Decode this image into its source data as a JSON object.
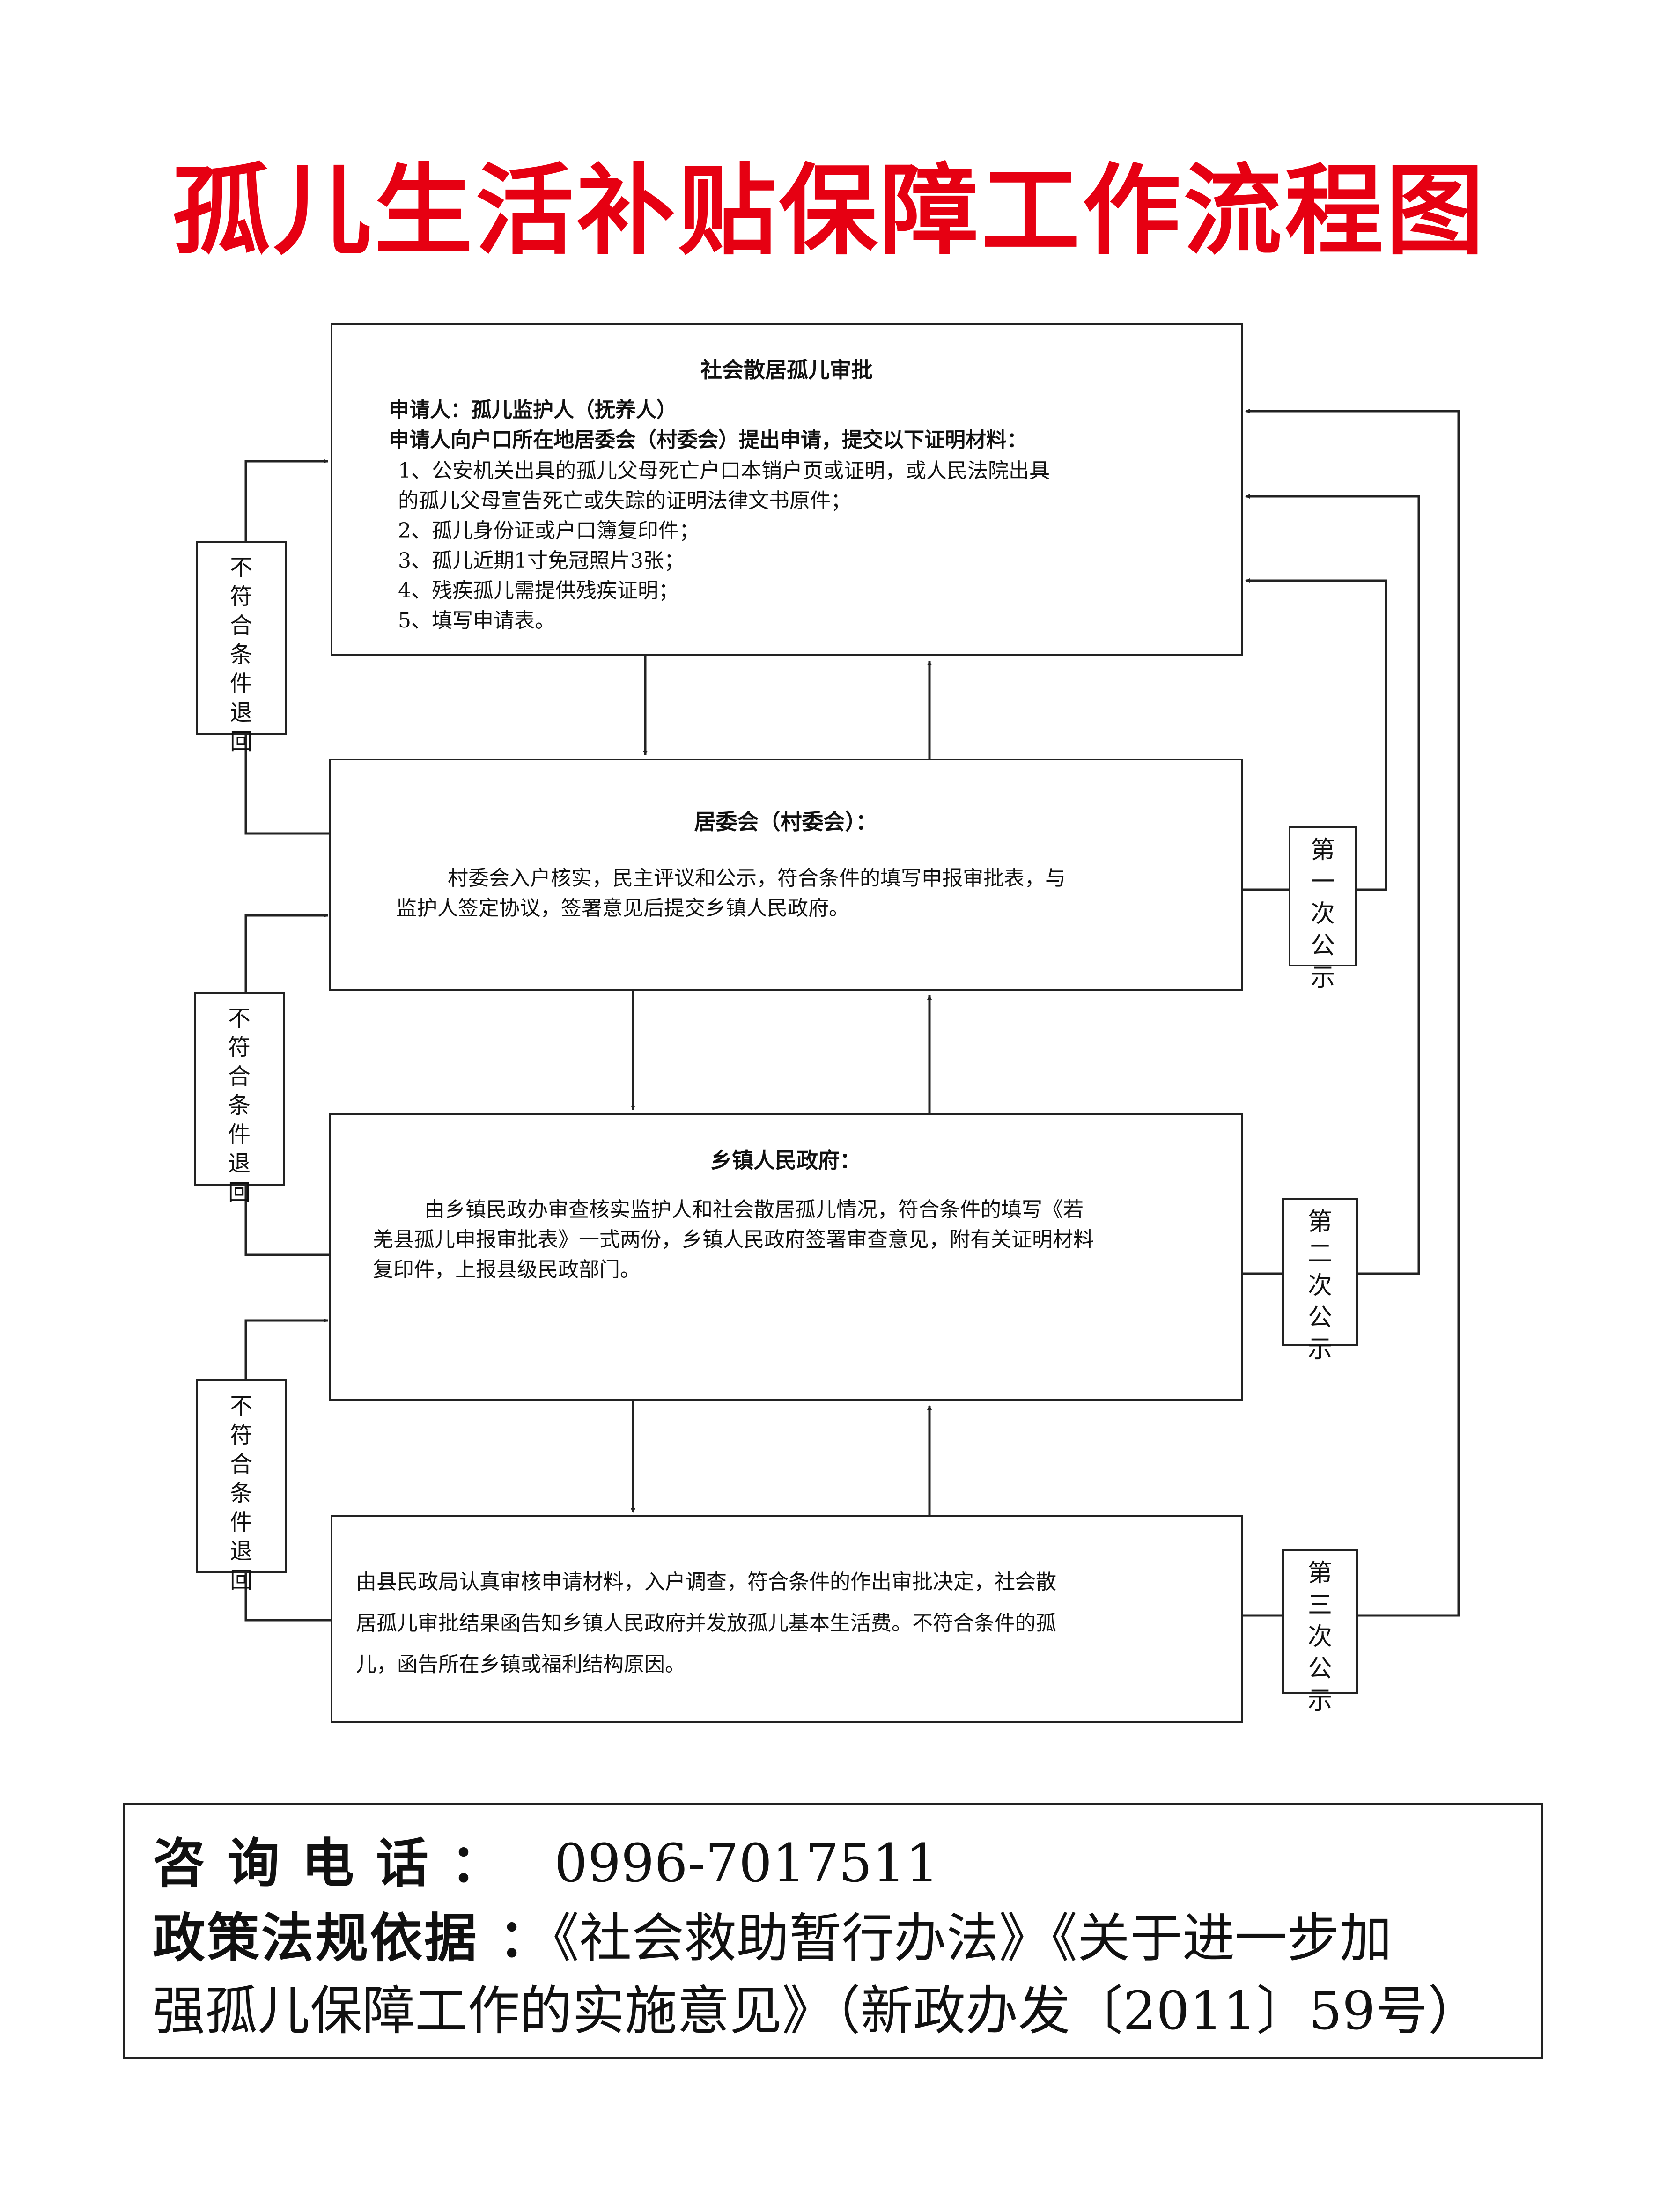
{
  "title": "孤儿生活补贴保障工作流程图",
  "steps": [
    {
      "heading": "社会散居孤儿审批",
      "lines": [
        "申请人：孤儿监护人（抚养人）",
        "申请人向户口所在地居委会（村委会）提出申请，提交以下证明材料：",
        "1、公安机关出具的孤儿父母死亡户口本销户页或证明，或人民法院出具",
        "的孤儿父母宣告死亡或失踪的证明法律文书原件；",
        "2、孤儿身份证或户口簿复印件；",
        "3、孤儿近期1寸免冠照片3张；",
        "4、残疾孤儿需提供残疾证明；",
        "5、填写申请表。"
      ]
    },
    {
      "heading": "居委会（村委会）：",
      "lines": [
        "村委会入户核实，民主评议和公示，符合条件的填写申报审批表，与",
        "监护人签定协议，签署意见后提交乡镇人民政府。"
      ]
    },
    {
      "heading": "乡镇人民政府：",
      "lines": [
        "由乡镇民政办审查核实监护人和社会散居孤儿情况，符合条件的填写《若",
        "羌县孤儿申报审批表》一式两份，乡镇人民政府签署审查意见，附有关证明材料",
        "复印件，上报县级民政部门。"
      ]
    },
    {
      "heading": "",
      "lines": [
        "由县民政局认真审核申请材料，入户调查，符合条件的作出审批决定，社会散",
        "居孤儿审批结果函告知乡镇人民政府并发放孤儿基本生活费。不符合条件的孤",
        "儿，函告所在乡镇或福利结构原因。"
      ]
    }
  ],
  "reject_label": "不符合条件退回",
  "publicity": [
    "第一次公示",
    "第二次公示",
    "第三次公示"
  ],
  "footer": {
    "phone_label": "咨 询 电 话 ：",
    "phone": "0996-7017511",
    "policy_label": "政策法规依据 ：",
    "policy_line1": "《社会救助暂行办法》《关于进一步加",
    "policy_line2": "强孤儿保障工作的实施意见》（新政办发〔2011〕59号）"
  }
}
